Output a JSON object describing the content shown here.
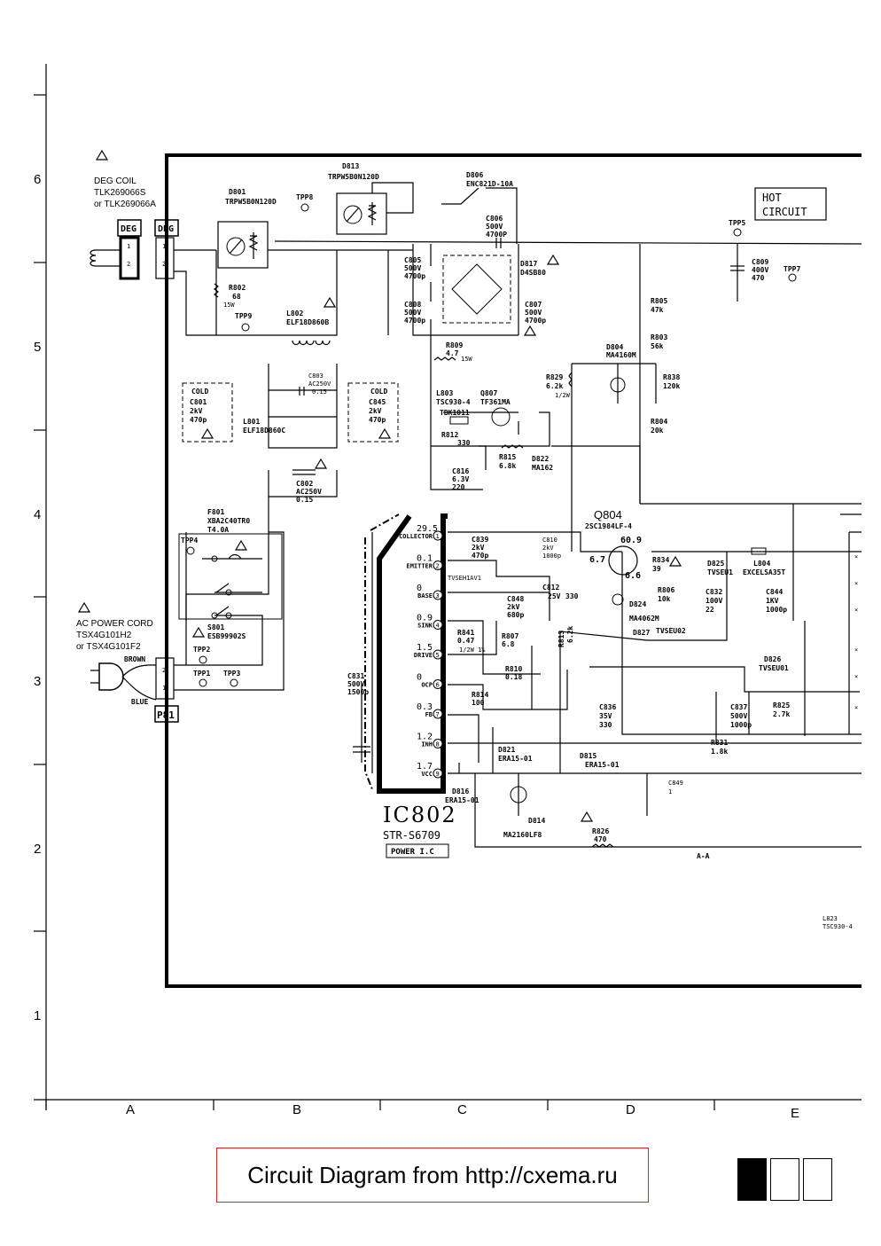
{
  "ruler": {
    "rows": [
      "6",
      "5",
      "4",
      "3",
      "2",
      "1"
    ],
    "cols": [
      "A",
      "B",
      "C",
      "D",
      "E"
    ]
  },
  "labels": {
    "deg_coil": [
      "DEG COIL",
      "TLK269066S",
      "or TLK269066A"
    ],
    "deg_a": "DEG",
    "deg_b": "DEG",
    "ac_cord": [
      "AC POWER CORD",
      "TSX4G101H2",
      "or TSX4G101F2"
    ],
    "brown": "BROWN",
    "blue": "BLUE",
    "p81": "P81",
    "hot_circuit": [
      "HOT",
      "CIRCUIT"
    ],
    "d813": [
      "D813",
      "TRPW5B0N120D"
    ],
    "d801": [
      "D801",
      "TRPW5B0N120D"
    ],
    "tpp8": "TPP8",
    "tpp9": "TPP9",
    "tpp5": "TPP5",
    "tpp7": "TPP7",
    "tpp4": "TPP4",
    "tpp2": "TPP2",
    "tpp1": "TPP1",
    "tpp3": "TPP3",
    "d806": [
      "D806",
      "ENC821D-10A"
    ],
    "c806": [
      "C806",
      "500V",
      "4700P"
    ],
    "c805": [
      "C805",
      "500V",
      "4700p"
    ],
    "c808": [
      "C808",
      "500V",
      "4700p"
    ],
    "c807": [
      "C807",
      "500V",
      "4700p"
    ],
    "d817": [
      "D817",
      "D4SB80"
    ],
    "c809": [
      "C809",
      "400V",
      "470"
    ],
    "r802": [
      "R802",
      "68",
      "15W"
    ],
    "l802": [
      "L802",
      "ELF18D860B"
    ],
    "r809": [
      "R809",
      "4.7",
      "15W"
    ],
    "r805": [
      "R805",
      "47k"
    ],
    "r803": [
      "R803",
      "56k"
    ],
    "d804": [
      "D804",
      "MA4160M"
    ],
    "r838": [
      "R838",
      "120k"
    ],
    "r829": [
      "R829",
      "6.2k",
      "1/2W"
    ],
    "r804": [
      "R804",
      "20k"
    ],
    "c803": [
      "C803",
      "AC250V",
      "0.15"
    ],
    "c801": [
      "COLD",
      "C801",
      "2kV",
      "470p"
    ],
    "c845": [
      "COLD",
      "C845",
      "2kV",
      "470p"
    ],
    "l801": [
      "L801",
      "ELF18D860C"
    ],
    "l803": [
      "L803",
      "TSC930-4"
    ],
    "q807": [
      "Q807",
      "TF361MA"
    ],
    "tbk": "TBK1011",
    "r812": [
      "R812",
      "330"
    ],
    "r815": [
      "R815",
      "6.8k"
    ],
    "d822": [
      "D822",
      "MA162"
    ],
    "c816": [
      "C816",
      "6.3V",
      "220"
    ],
    "c802": [
      "C802",
      "AC250V",
      "0.15"
    ],
    "f801": [
      "F801",
      "XBA2C40TR0",
      "T4.0A"
    ],
    "s801": [
      "S801",
      "ESB99902S"
    ],
    "q804": [
      "Q804",
      "2SC1984LF-4"
    ],
    "v609": "60.9",
    "v67": "6.7",
    "v66": "6.6",
    "ic_pins": [
      {
        "v": "29.5",
        "n": "COLLECTOR",
        "p": "1"
      },
      {
        "v": "0.1",
        "n": "EMITTER",
        "p": "2"
      },
      {
        "v": "0",
        "n": "BASE",
        "p": "3"
      },
      {
        "v": "0.9",
        "n": "SINK",
        "p": "4"
      },
      {
        "v": "1.5",
        "n": "DRIVE",
        "p": "5"
      },
      {
        "v": "0",
        "n": "OCP",
        "p": "6"
      },
      {
        "v": "0.3",
        "n": "FB",
        "p": "7"
      },
      {
        "v": "1.2",
        "n": "INH",
        "p": "8"
      },
      {
        "v": "1.7",
        "n": "VCC",
        "p": "9"
      }
    ],
    "c839": [
      "C839",
      "2kV",
      "470p"
    ],
    "c810": [
      "C810",
      "2kV",
      "1800p"
    ],
    "d831": "TVSEH1AV1",
    "c812": [
      "C812",
      "25V",
      "330"
    ],
    "c848": [
      "C848",
      "2kV",
      "680p"
    ],
    "r841": [
      "R841",
      "0.47",
      "1/2W 1%"
    ],
    "r807": [
      "R807",
      "6.8"
    ],
    "r810": [
      "R810",
      "0.18"
    ],
    "r814": [
      "R814",
      "100"
    ],
    "c831": [
      "C831",
      "500V",
      "1500p"
    ],
    "r813": [
      "R813",
      "6.2k"
    ],
    "r834": [
      "R834",
      "39"
    ],
    "r806": [
      "R806",
      "10k"
    ],
    "d825": [
      "D825",
      "TVSEU1"
    ],
    "l804": [
      "L804",
      "EXCELSA35T"
    ],
    "c832": [
      "C832",
      "100V",
      "22"
    ],
    "c844": [
      "C844",
      "1KV",
      "1000p"
    ],
    "d824": [
      "D824",
      "MA4062M"
    ],
    "d827": [
      "D827",
      "TVSEU02"
    ],
    "d826": [
      "D826",
      "TVSEU01"
    ],
    "c836": [
      "C836",
      "35V",
      "330"
    ],
    "c837": [
      "C837",
      "500V",
      "1000p"
    ],
    "r825": [
      "R825",
      "2.7k"
    ],
    "r831": [
      "R831",
      "1.8k"
    ],
    "d821": [
      "D821",
      "ERA15-01"
    ],
    "d815": [
      "D815",
      "ERA15-01"
    ],
    "d816": [
      "D816",
      "ERA15-01"
    ],
    "c849": [
      "C849",
      "1"
    ],
    "d814": [
      "D814",
      "MA2160LF8"
    ],
    "r826": [
      "R826",
      "470"
    ],
    "aa": "A-A",
    "ic802": "IC802",
    "ic802_part": "STR-S6709",
    "ic802_name": "POWER I.C",
    "l823": [
      "L823",
      "TSC930-4"
    ]
  },
  "footer": {
    "text": "Circuit Diagram from http://cxema.ru"
  }
}
